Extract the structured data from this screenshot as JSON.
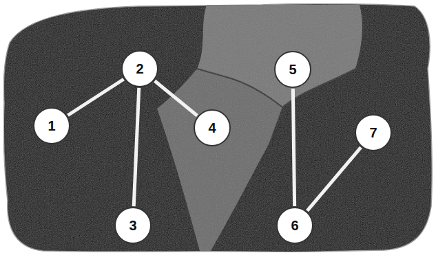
{
  "diagram": {
    "nodes": [
      {
        "text": [
          "1"
        ]
      },
      {
        "text": [
          "2"
        ]
      },
      {
        "text": [
          "3"
        ]
      },
      {
        "text": [
          "4"
        ]
      },
      {
        "text": [
          "5"
        ]
      },
      {
        "text": [
          "6"
        ]
      },
      {
        "text": [
          "7"
        ]
      }
    ],
    "edges": [
      {
        "from": 1,
        "to": 0,
        "arrow": "none"
      },
      {
        "from": 1,
        "to": 2,
        "arrow": "none"
      },
      {
        "from": 1,
        "to": 3,
        "arrow": "none"
      },
      {
        "from": 4,
        "to": 5,
        "arrow": "none"
      },
      {
        "from": 5,
        "to": 6,
        "arrow": "none"
      }
    ]
  }
}
